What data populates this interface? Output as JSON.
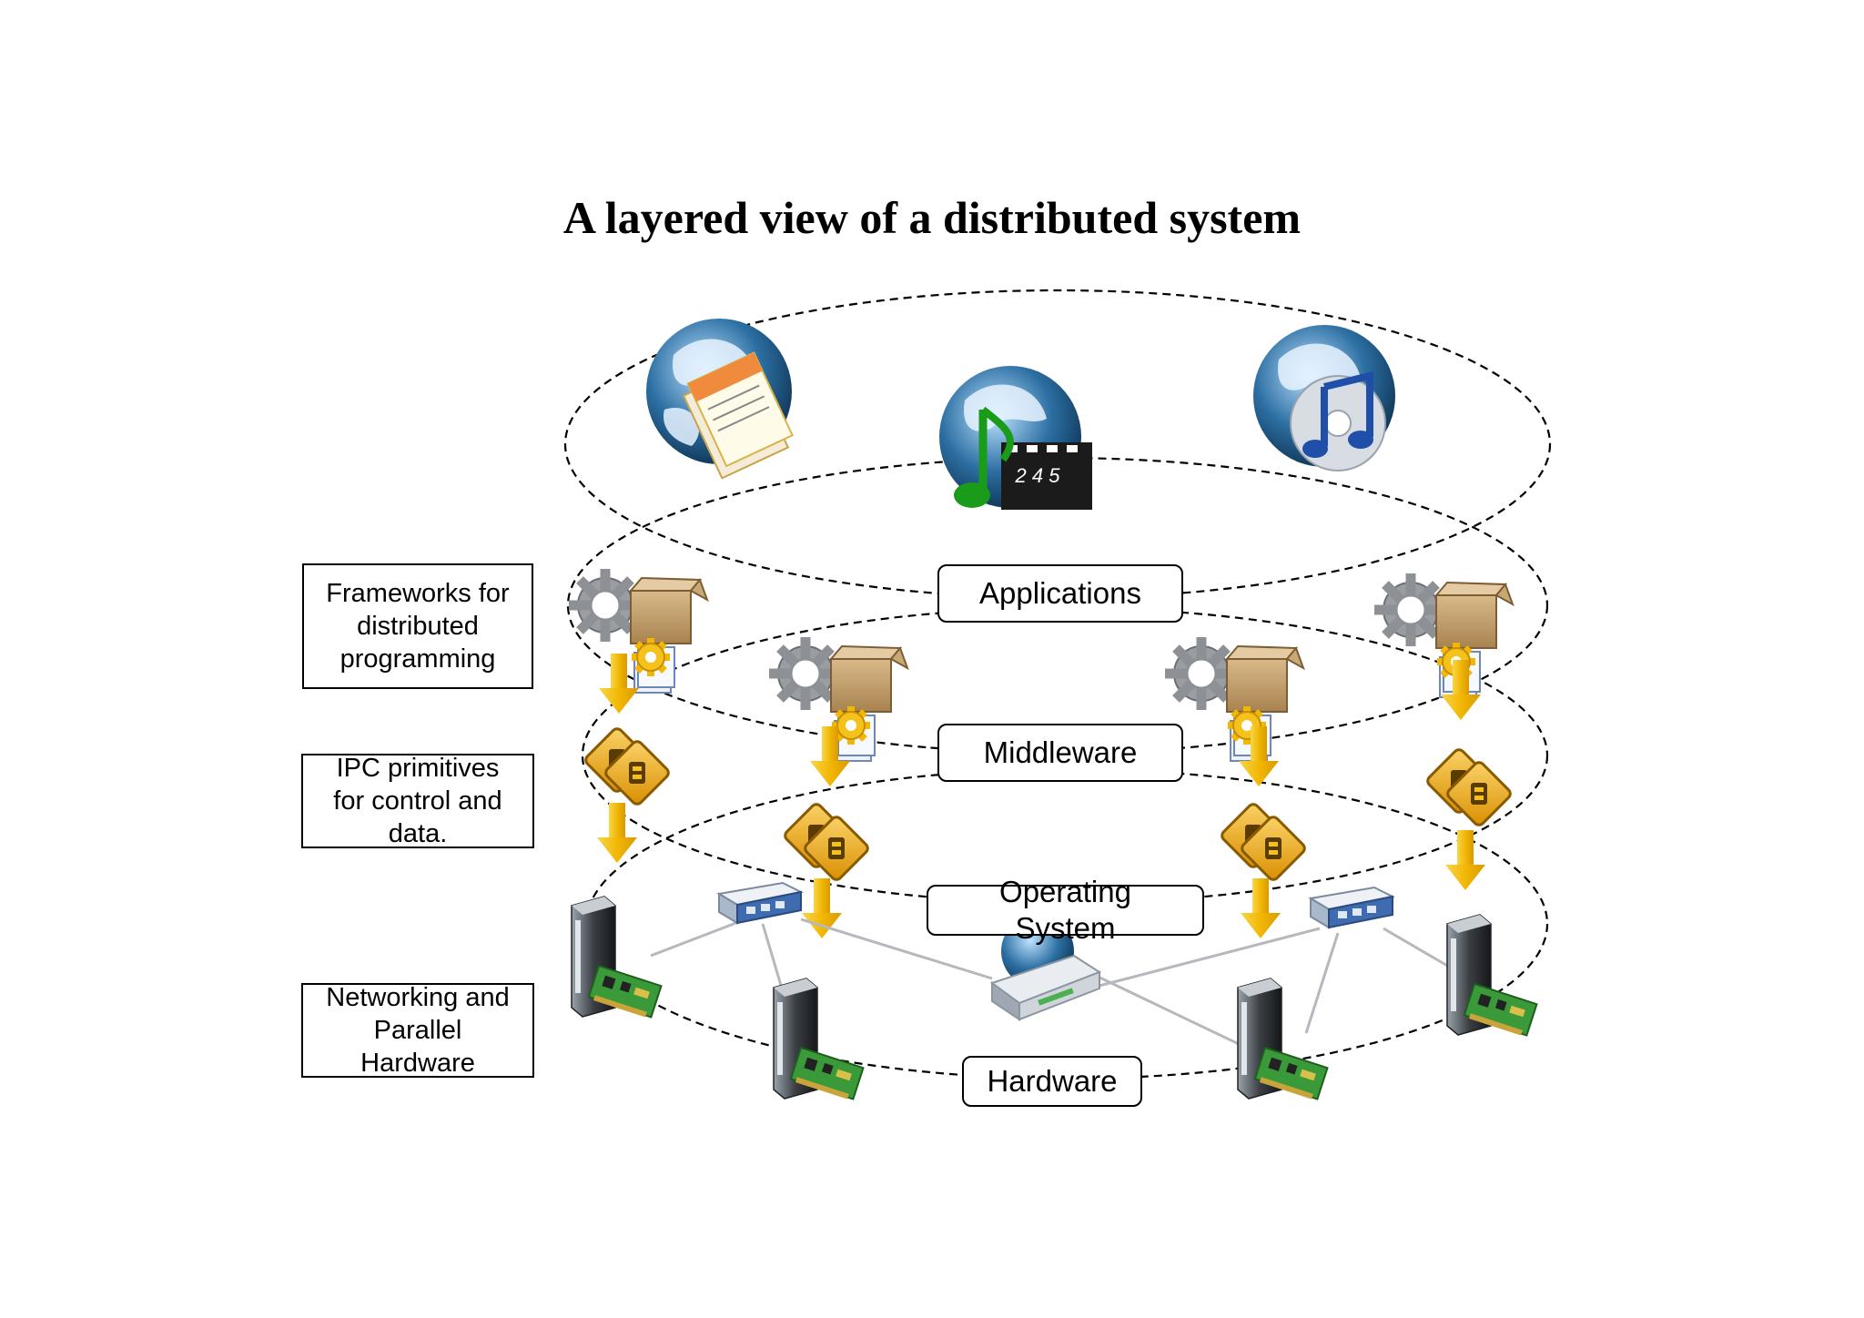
{
  "title": "A layered view of a distributed system",
  "layers": {
    "applications": "Applications",
    "middleware": "Middleware",
    "operating_system": "Operating System",
    "hardware": "Hardware"
  },
  "side_labels": {
    "frameworks": "Frameworks for distributed programming",
    "ipc": "IPC primitives for control and data.",
    "networking": "Networking and Parallel Hardware"
  },
  "icons": {
    "app_docs": "globe-documents-icon",
    "app_media": "globe-film-music-icon",
    "app_music": "globe-music-cd-icon",
    "framework": "gear-box-icon",
    "ipc": "ipc-sign-icon",
    "arrow": "down-arrow-icon",
    "server": "server-tower-icon",
    "switch": "network-switch-icon",
    "router": "router-icon"
  },
  "colors": {
    "arrow": "#f2b705",
    "globe": "#2c6fa3",
    "sign": "#e8a80c"
  }
}
